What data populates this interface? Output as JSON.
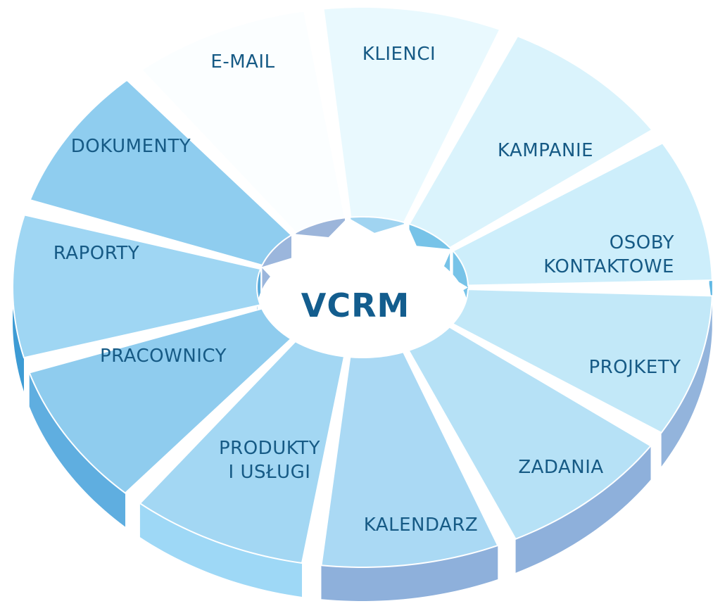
{
  "center": {
    "label": "VCRM",
    "color": "#135d8e"
  },
  "segments": [
    {
      "id": "klienci",
      "lines": [
        "KLIENCI"
      ],
      "top": "#e9f9fe",
      "side": "#8fcdef"
    },
    {
      "id": "kampanie",
      "lines": [
        "KAMPANIE"
      ],
      "top": "#daf3fc",
      "side": "#5fb8e4"
    },
    {
      "id": "osoby",
      "lines": [
        "OSOBY",
        "KONTAKTOWE"
      ],
      "top": "#cdeefb",
      "side": "#5fb8e4"
    },
    {
      "id": "projkety",
      "lines": [
        "PROJKETY"
      ],
      "top": "#c2e8f8",
      "side": "#93b4dc"
    },
    {
      "id": "zadania",
      "lines": [
        "ZADANIA"
      ],
      "top": "#b6e1f6",
      "side": "#8eb0db"
    },
    {
      "id": "kalendarz",
      "lines": [
        "KALENDARZ"
      ],
      "top": "#aad9f4",
      "side": "#8eb0db"
    },
    {
      "id": "produkty",
      "lines": [
        "PRODUKTY",
        "I USŁUGI"
      ],
      "top": "#a3d7f3",
      "side": "#9ed8f6"
    },
    {
      "id": "pracownicy",
      "lines": [
        "PRACOWNICY"
      ],
      "top": "#8fccee",
      "side": "#5faee0"
    },
    {
      "id": "raporty",
      "lines": [
        "RAPORTY"
      ],
      "top": "#9fd6f3",
      "side": "#3d9bd4"
    },
    {
      "id": "dokumenty",
      "lines": [
        "DOKUMENTY"
      ],
      "top": "#8fcdef",
      "side": "#89a9d6"
    },
    {
      "id": "email",
      "lines": [
        "E-MAIL"
      ],
      "top": "#fbfeff",
      "side": "#8ba8d4"
    }
  ],
  "colors": {
    "label": "#165a85",
    "gap": "#ffffff",
    "hub": "#ffffff"
  }
}
